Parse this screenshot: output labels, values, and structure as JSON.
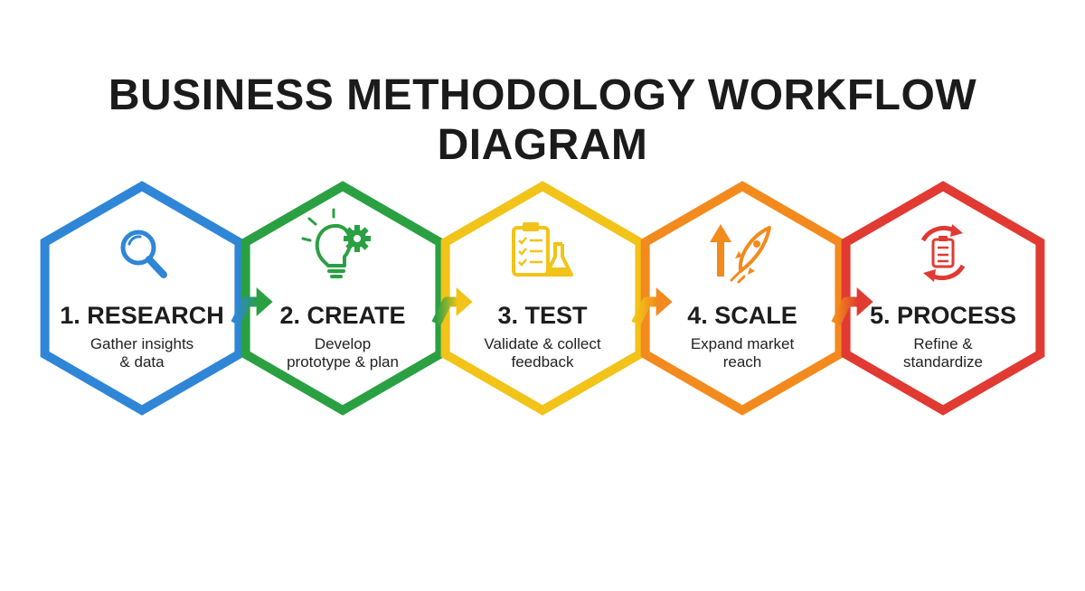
{
  "title": "BUSINESS METHODOLOGY WORKFLOW DIAGRAM",
  "steps": [
    {
      "title": "1. RESEARCH",
      "desc": [
        "Gather insights",
        "& data"
      ],
      "color": "#2f86d6",
      "icon": "magnifying-glass-icon"
    },
    {
      "title": "2. CREATE",
      "desc": [
        "Develop",
        "prototype & plan"
      ],
      "color": "#2aa043",
      "icon": "lightbulb-gear-icon"
    },
    {
      "title": "3. TEST",
      "desc": [
        "Validate & collect",
        "feedback"
      ],
      "color": "#f2c318",
      "icon": "clipboard-flask-icon"
    },
    {
      "title": "4. SCALE",
      "desc": [
        "Expand market",
        "reach"
      ],
      "color": "#f28a1e",
      "icon": "arrow-rocket-icon"
    },
    {
      "title": "5. PROCESS",
      "desc": [
        "Refine &",
        "standardize"
      ],
      "color": "#e03a32",
      "icon": "cycle-clipboard-icon"
    }
  ]
}
